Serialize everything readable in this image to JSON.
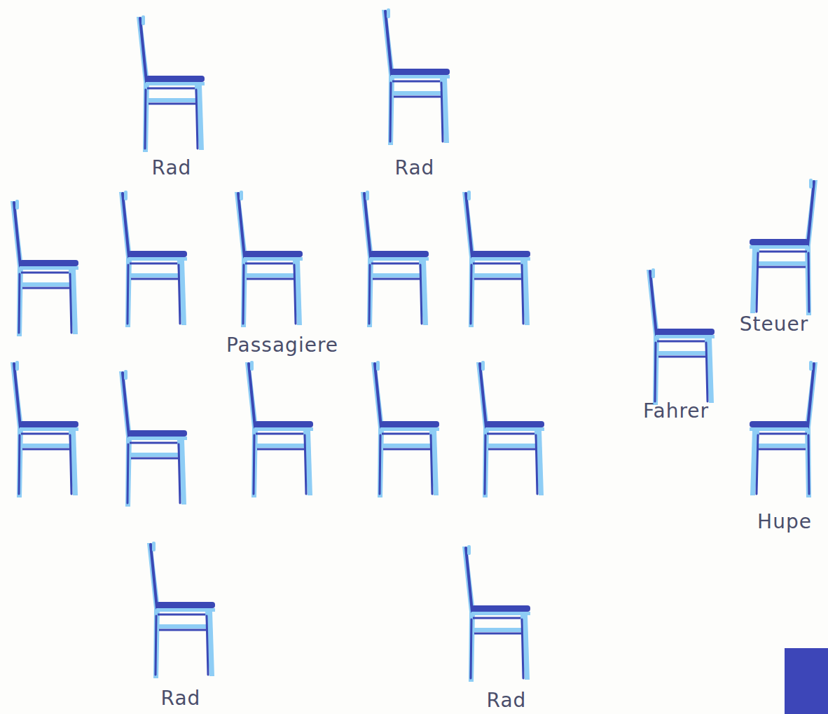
{
  "diagram": {
    "labels": [
      "Rad",
      "Rad",
      "Steuer",
      "Passagiere",
      "Fahrer",
      "Hupe",
      "Rad",
      "Rad"
    ]
  }
}
